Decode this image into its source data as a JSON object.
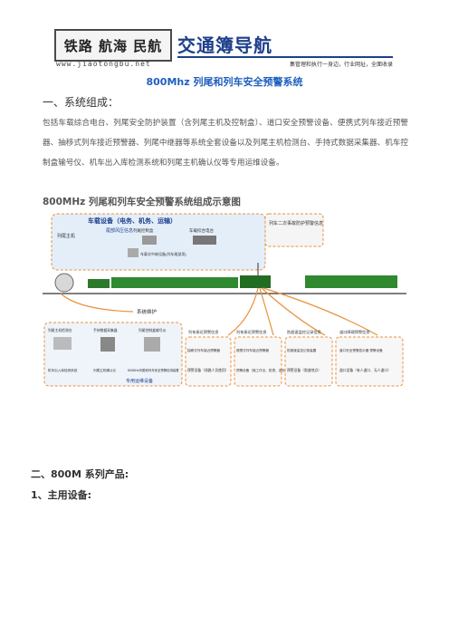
{
  "banner": {
    "logo_text": "铁路 航海 民航",
    "logo_url": "www.jiaotongbu.net",
    "brand_title": "交通簿导航",
    "slogan": "集管理和执行一身边，行业网址，全面收录"
  },
  "document": {
    "title": "800Mhz 列尾和列车安全预警系统",
    "section1_heading": "一、系统组成：",
    "section1_paragraph": "包括车载综合电台、列尾安全防护装置（含列尾主机及控制盒）、道口安全预警设备、便携式列车接近预警器、抽移式列车接近预警器、列尾中继器等系统全套设备以及列尾主机检测台、手持式数据采集器、机车控制盒输号仪、机车出入库检测系统和列尾主机确认仪等专用运维设备。",
    "diagram_caption": "800MHz 列尾和列车安全预警系统组成示意图",
    "section2_heading": "二、800M 系列产品:",
    "section2_sub": "1、主用设备:"
  },
  "diagram": {
    "onboard_title": "车载设备（电务、机务、运输）",
    "onboard_sub": "尾部风压信息",
    "end_host": "列尾主机",
    "control_box": "列尾控制盒",
    "radio": "车载综合电台",
    "relay": "车载式中继设备(列车尾部用)",
    "train_msg": "列车二次事故防护预警信息",
    "maintenance": "系统维护",
    "m_items": [
      "列尾主机检测台",
      "手持数据采集器",
      "列尾控制盒输号仪",
      "机车出入库检测系统",
      "列尾主机确认仪",
      "800MHz列尾和列车安全预警检测装置"
    ],
    "m_title": "专用运维设备",
    "w1_title": "列车接近预警信息",
    "w1_item": "抽移式列车接近预警器",
    "w1_label": "预警设备（线路人员使用）",
    "w2_title": "列车接近预警信息",
    "w2_item": "便携式列车接近预警器",
    "w2_label": "预警设备（施工作业、防损、巡检作业）",
    "w3_title": "防超速监控记录信息",
    "w3_item": "防超速监控记录装置",
    "w3_label": "预警设备（限速地点）",
    "w4_title": "道口障碍预警信息",
    "w4_item": "道口安全预警显示器 预警设备",
    "w4_label": "道口设备（有人道口、无人道口）"
  }
}
